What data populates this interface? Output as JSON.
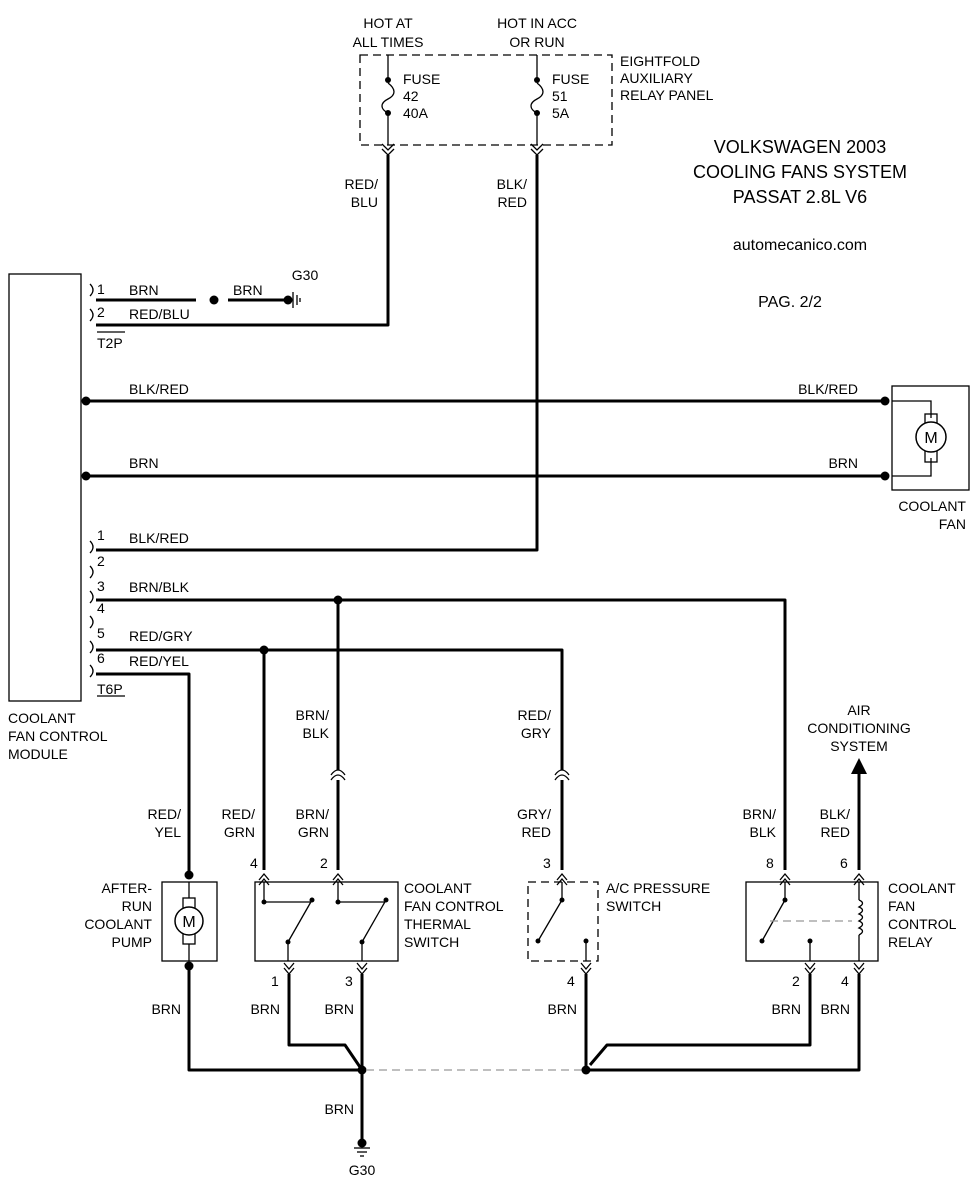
{
  "header": {
    "title_line1": "VOLKSWAGEN 2003",
    "title_line2": "COOLING FANS SYSTEM",
    "title_line3": "PASSAT 2.8L V6",
    "site": "automecanico.com",
    "page": "PAG. 2/2"
  },
  "relay_panel": {
    "hot_at_all_times_1": "HOT AT",
    "hot_at_all_times_2": "ALL TIMES",
    "hot_in_acc_1": "HOT IN ACC",
    "hot_in_acc_2": "OR RUN",
    "fuse42_1": "FUSE",
    "fuse42_2": "42",
    "fuse42_3": "40A",
    "fuse51_1": "FUSE",
    "fuse51_2": "51",
    "fuse51_3": "5A",
    "panel_1": "EIGHTFOLD",
    "panel_2": "AUXILIARY",
    "panel_3": "RELAY PANEL"
  },
  "module": {
    "label_1": "COOLANT",
    "label_2": "FAN CONTROL",
    "label_3": "MODULE",
    "t2p": "T2P",
    "t6p": "T6P",
    "t2p_pin1": "1",
    "t2p_pin2": "2",
    "t6p_pin1": "1",
    "t6p_pin2": "2",
    "t6p_pin3": "3",
    "t6p_pin4": "4",
    "t6p_pin5": "5",
    "t6p_pin6": "6"
  },
  "wires": {
    "brn": "BRN",
    "red_blu_slash_1": "RED/",
    "red_blu_slash_2": "BLU",
    "blk_red_slash_1": "BLK/",
    "blk_red_slash_2": "RED",
    "red_blu": "RED/BLU",
    "blk_red": "BLK/RED",
    "brn_blk": "BRN/BLK",
    "red_gry": "RED/GRY",
    "red_yel": "RED/YEL",
    "red_yel_slash_1": "RED/",
    "red_yel_slash_2": "YEL",
    "red_grn_slash_1": "RED/",
    "red_grn_slash_2": "GRN",
    "brn_blk_slash_1": "BRN/",
    "brn_blk_slash_2": "BLK",
    "brn_grn_slash_1": "BRN/",
    "brn_grn_slash_2": "GRN",
    "red_gry_slash_1": "RED/",
    "red_gry_slash_2": "GRY",
    "gry_red_slash_1": "GRY/",
    "gry_red_slash_2": "RED",
    "blk_red_relay_1": "BLK/",
    "blk_red_relay_2": "RED"
  },
  "grounds": {
    "g30_top": "G30",
    "g30_bottom": "G30"
  },
  "fan": {
    "motor": "M",
    "label_1": "COOLANT",
    "label_2": "FAN"
  },
  "pump": {
    "motor": "M",
    "label_1": "AFTER-",
    "label_2": "RUN",
    "label_3": "COOLANT",
    "label_4": "PUMP"
  },
  "thermal_switch": {
    "label_1": "COOLANT",
    "label_2": "FAN CONTROL",
    "label_3": "THERMAL",
    "label_4": "SWITCH",
    "pin4": "4",
    "pin2": "2",
    "pin1": "1",
    "pin3": "3"
  },
  "ac_switch": {
    "label_1": "A/C PRESSURE",
    "label_2": "SWITCH",
    "pin3": "3",
    "pin4": "4"
  },
  "relay": {
    "label_1": "COOLANT",
    "label_2": "FAN",
    "label_3": "CONTROL",
    "label_4": "RELAY",
    "pin8": "8",
    "pin6": "6",
    "pin2": "2",
    "pin4": "4"
  },
  "ac_system": {
    "label_1": "AIR",
    "label_2": "CONDITIONING",
    "label_3": "SYSTEM"
  }
}
